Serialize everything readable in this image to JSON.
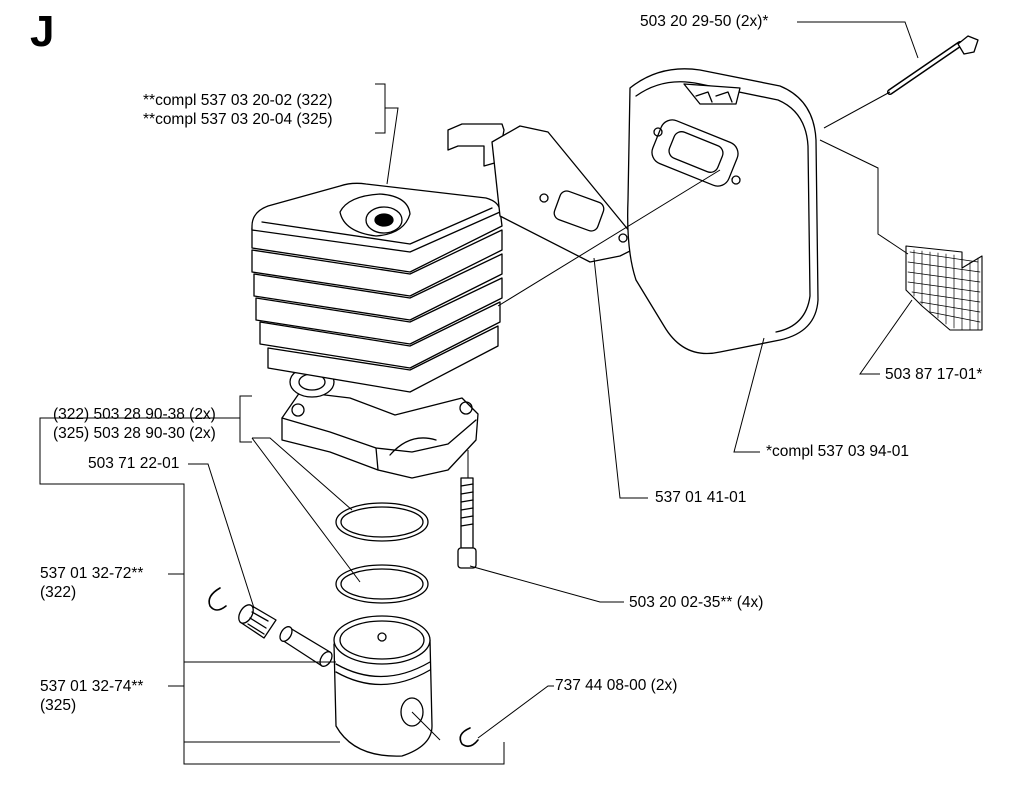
{
  "section_letter": "J",
  "labels": {
    "bolt_muffler": "503 20 29-50 (2x)*",
    "cyl_322": "**compl 537 03 20-02 (322)",
    "cyl_325": "**compl 537 03 20-04 (325)",
    "screen": "503 87 17-01*",
    "bolt_base_322": "(322) 503 28 90-38 (2x)",
    "bolt_base_325": "(325) 503 28 90-30 (2x)",
    "muffler": "*compl 537 03 94-01",
    "bearing": "503 71 22-01",
    "gasket_plate": "537 01 41-01",
    "piston_322_num": "537 01 32-72**",
    "piston_322_model": "(322)",
    "screw_cyl": "503 20 02-35** (4x)",
    "piston_325_num": "537 01 32-74**",
    "piston_325_model": "(325)",
    "circlip": "737 44 08-00 (2x)"
  }
}
